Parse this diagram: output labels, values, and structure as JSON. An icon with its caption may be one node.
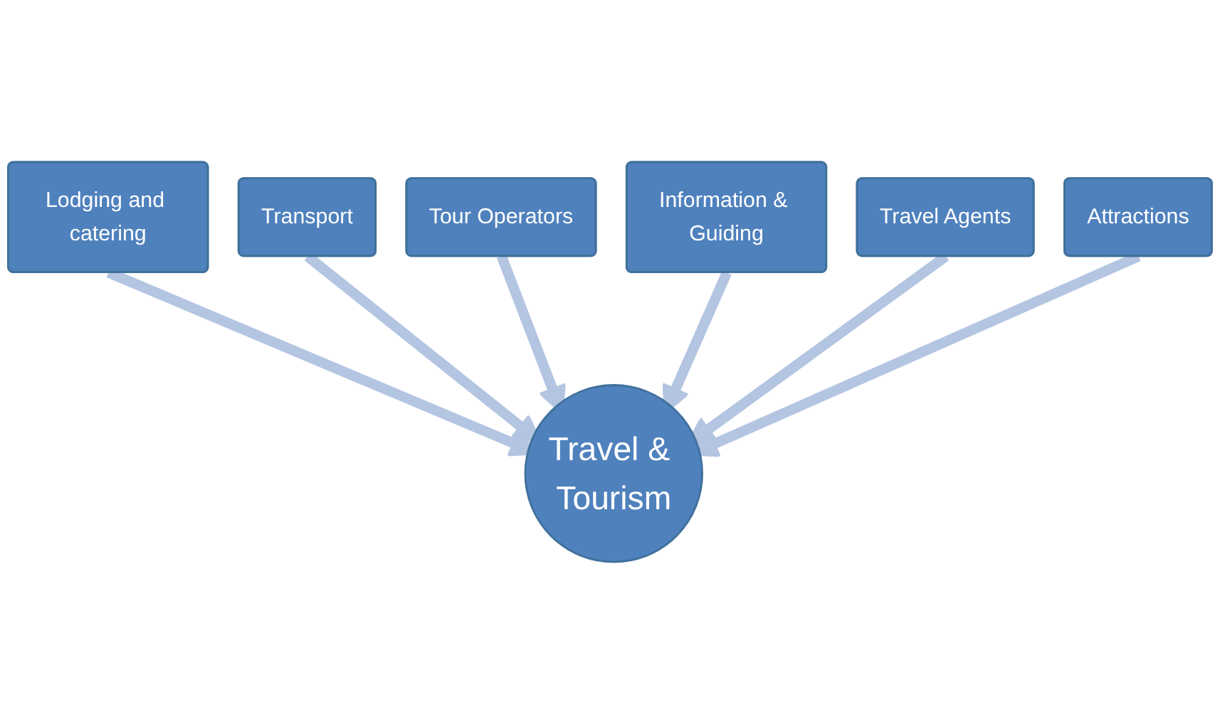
{
  "diagram": {
    "nodes": [
      {
        "text": [
          "Lodging and catering"
        ]
      },
      {
        "text": [
          "Transport"
        ]
      },
      {
        "text": [
          "Tour Operators"
        ]
      },
      {
        "text": [
          "Information & Guiding"
        ]
      },
      {
        "text": [
          "Travel & Tourism"
        ]
      },
      {
        "text": [
          "Travel Agents"
        ]
      },
      {
        "text": [
          "Attractions"
        ]
      }
    ],
    "edges": [
      {
        "from": 0,
        "to": 4,
        "arrow": "to"
      },
      {
        "from": 1,
        "to": 4,
        "arrow": "to"
      },
      {
        "from": 2,
        "to": 4,
        "arrow": "to"
      },
      {
        "from": 3,
        "to": 4,
        "arrow": "to"
      },
      {
        "from": 5,
        "to": 4,
        "arrow": "to"
      },
      {
        "from": 6,
        "to": 4,
        "arrow": "to"
      }
    ]
  }
}
